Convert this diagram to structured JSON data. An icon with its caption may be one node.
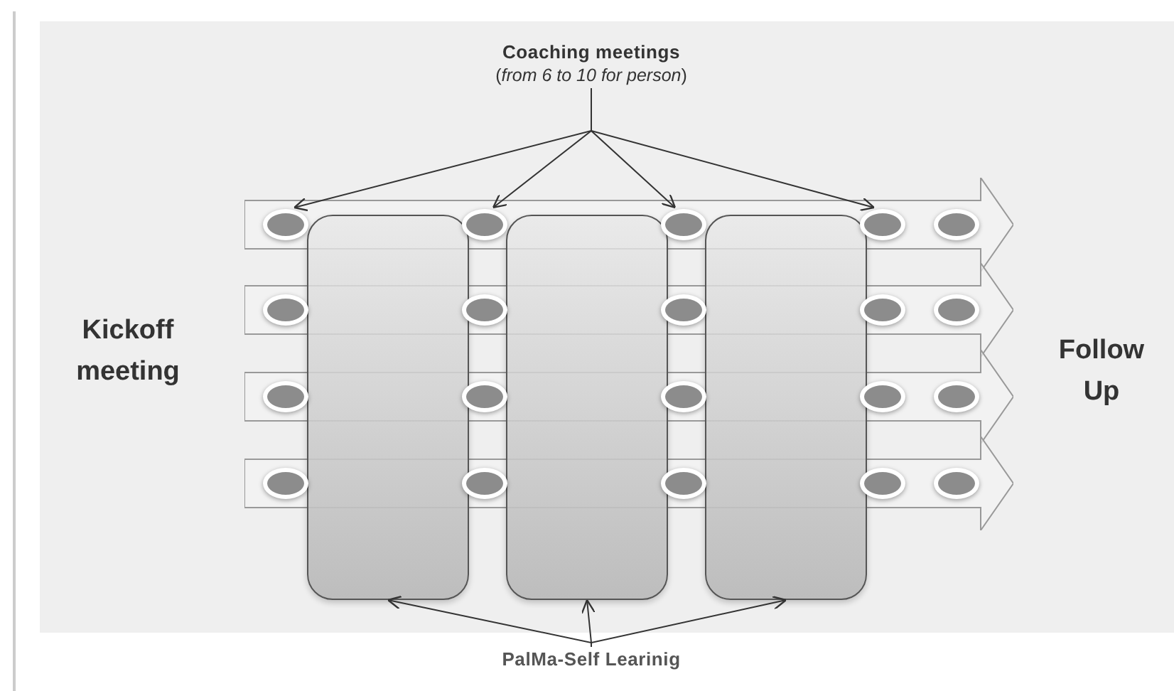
{
  "diagram": {
    "nodes": [
      {
        "text": [
          "Coaching meetings",
          "(*from 6 to 10 for person*)"
        ]
      },
      {
        "text": [],
        "shape": "arrow"
      },
      {
        "text": [],
        "shape": "circle",
        "in": 1
      },
      {
        "text": [],
        "shape": "circle",
        "in": 1
      },
      {
        "text": [],
        "shape": "circle",
        "in": 1
      },
      {
        "text": [],
        "shape": "circle",
        "in": 1
      },
      {
        "text": [],
        "shape": "circle",
        "in": 1
      },
      {
        "text": [],
        "shape": "arrow"
      },
      {
        "text": [],
        "shape": "circle",
        "in": 7
      },
      {
        "text": [],
        "shape": "circle",
        "in": 7
      },
      {
        "text": [],
        "shape": "circle",
        "in": 7
      },
      {
        "text": [],
        "shape": "circle",
        "in": 7
      },
      {
        "text": [],
        "shape": "circle",
        "in": 7
      },
      {
        "text": [],
        "shape": "arrow"
      },
      {
        "text": [],
        "shape": "circle",
        "in": 13
      },
      {
        "text": [],
        "shape": "circle",
        "in": 13
      },
      {
        "text": [],
        "shape": "circle",
        "in": 13
      },
      {
        "text": [],
        "shape": "circle",
        "in": 13
      },
      {
        "text": [],
        "shape": "circle",
        "in": 13
      },
      {
        "text": [],
        "shape": "arrow"
      },
      {
        "text": [],
        "shape": "circle",
        "in": 19
      },
      {
        "text": [],
        "shape": "circle",
        "in": 19
      },
      {
        "text": [],
        "shape": "circle",
        "in": 19
      },
      {
        "text": [],
        "shape": "circle",
        "in": 19
      },
      {
        "text": [],
        "shape": "circle",
        "in": 19
      },
      {
        "text": [],
        "shape": "box"
      },
      {
        "text": [],
        "shape": "box"
      },
      {
        "text": [],
        "shape": "box"
      },
      {
        "text": [
          "PalMa-Self Learinig"
        ]
      }
    ],
    "edges": [
      {
        "from": 0,
        "to": 2,
        "arrow": "to"
      },
      {
        "from": 0,
        "to": 3,
        "arrow": "to"
      },
      {
        "from": 0,
        "to": 4,
        "arrow": "to"
      },
      {
        "from": 0,
        "to": 5,
        "arrow": "to"
      },
      {
        "from": 28,
        "to": 25,
        "arrow": "to"
      },
      {
        "from": 28,
        "to": 26,
        "arrow": "to"
      },
      {
        "from": 28,
        "to": 27,
        "arrow": "to"
      }
    ],
    "labels": [
      "Kickoff meeting",
      "Follow Up"
    ]
  }
}
